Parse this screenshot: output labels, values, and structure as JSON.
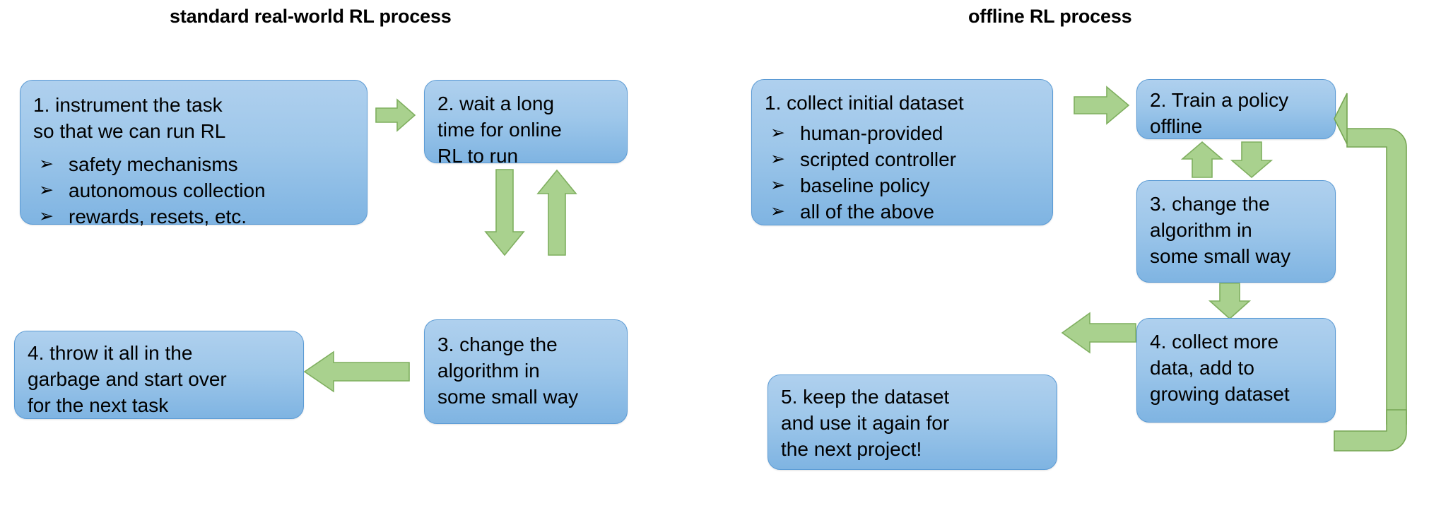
{
  "titles": {
    "left": "standard real-world RL process",
    "right": "offline RL process"
  },
  "bullet_glyph": "➢",
  "colors": {
    "node_fill_top": "#AFD0EE",
    "node_fill_bottom": "#7FB4E2",
    "node_border": "#5B9BD5",
    "arrow_fill": "#A9D18E",
    "arrow_border": "#7FAF5F",
    "text": "#000000",
    "background": "#FFFFFF"
  },
  "left_process": {
    "title": "standard real-world RL process",
    "nodes": [
      {
        "id": "left-node-1",
        "lead": "1. instrument the task\nso that we can run RL",
        "bullets": [
          "safety mechanisms",
          "autonomous collection",
          "rewards, resets, etc."
        ]
      },
      {
        "id": "left-node-2",
        "lead": "2. wait a long\ntime for online\nRL to run",
        "bullets": []
      },
      {
        "id": "left-node-3",
        "lead": "3. change the\nalgorithm in\nsome small way",
        "bullets": []
      },
      {
        "id": "left-node-4",
        "lead": "4. throw it all in the\ngarbage and start over\nfor the next task",
        "bullets": []
      }
    ],
    "arrows": [
      {
        "name": "arrow-1-to-2",
        "direction": "right"
      },
      {
        "name": "arrow-2-to-3",
        "direction": "down"
      },
      {
        "name": "arrow-3-to-2",
        "direction": "up"
      },
      {
        "name": "arrow-3-to-4",
        "direction": "left"
      }
    ]
  },
  "right_process": {
    "title": "offline RL process",
    "nodes": [
      {
        "id": "right-node-1",
        "lead": "1. collect initial dataset",
        "bullets": [
          "human-provided",
          "scripted controller",
          "baseline policy",
          "all of the above"
        ]
      },
      {
        "id": "right-node-2",
        "lead": "2. Train a policy\noffline",
        "bullets": []
      },
      {
        "id": "right-node-3",
        "lead": "3. change the\nalgorithm in\nsome small way",
        "bullets": []
      },
      {
        "id": "right-node-4",
        "lead": "4. collect more\ndata, add to\ngrowing dataset",
        "bullets": []
      },
      {
        "id": "right-node-5",
        "lead": "5. keep the dataset\nand use it again for\nthe next project!",
        "bullets": []
      }
    ],
    "arrows": [
      {
        "name": "arrow-1-to-2",
        "direction": "right"
      },
      {
        "name": "arrow-2-to-3",
        "direction": "down"
      },
      {
        "name": "arrow-3-to-2",
        "direction": "up"
      },
      {
        "name": "arrow-3-to-4",
        "direction": "down"
      },
      {
        "name": "arrow-4-to-5",
        "direction": "left"
      },
      {
        "name": "arrow-4-to-2-feedback",
        "direction": "curved-up-left"
      }
    ]
  }
}
